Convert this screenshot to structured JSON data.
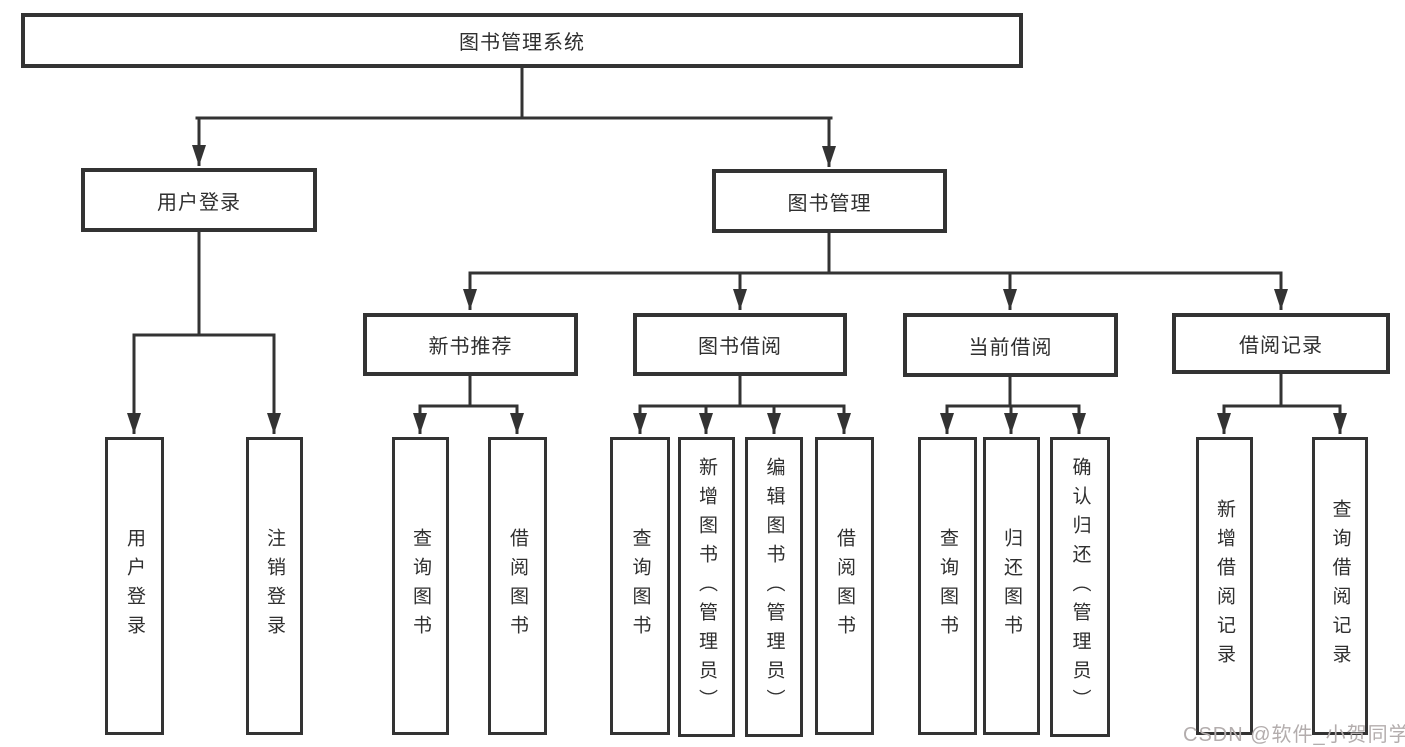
{
  "diagram": {
    "title": "图书管理系统",
    "nodes": {
      "root": {
        "label": "图书管理系统"
      },
      "level2": [
        {
          "label": "用户登录"
        },
        {
          "label": "图书管理"
        }
      ],
      "level3": [
        {
          "label": "新书推荐",
          "parent": "图书管理"
        },
        {
          "label": "图书借阅",
          "parent": "图书管理"
        },
        {
          "label": "当前借阅",
          "parent": "图书管理"
        },
        {
          "label": "借阅记录",
          "parent": "图书管理"
        }
      ],
      "leaves": [
        {
          "label": "用户登录",
          "parent": "用户登录"
        },
        {
          "label": "注销登录",
          "parent": "用户登录"
        },
        {
          "label": "查询图书",
          "parent": "新书推荐"
        },
        {
          "label": "借阅图书",
          "parent": "新书推荐"
        },
        {
          "label": "查询图书",
          "parent": "图书借阅"
        },
        {
          "label": "新增图书（管理员）",
          "parent": "图书借阅"
        },
        {
          "label": "编辑图书（管理员）",
          "parent": "图书借阅"
        },
        {
          "label": "借阅图书",
          "parent": "图书借阅"
        },
        {
          "label": "查询图书",
          "parent": "当前借阅"
        },
        {
          "label": "归还图书",
          "parent": "当前借阅"
        },
        {
          "label": "确认归还（管理员）",
          "parent": "当前借阅"
        },
        {
          "label": "新增借阅记录",
          "parent": "借阅记录"
        },
        {
          "label": "查询借阅记录",
          "parent": "借阅记录"
        }
      ]
    },
    "colors": {
      "line": "#333333",
      "text": "#2f2f2f",
      "background": "#ffffff",
      "watermark": "#b3adad"
    }
  },
  "watermark": {
    "text": "CSDN @软件_小贺同学"
  }
}
